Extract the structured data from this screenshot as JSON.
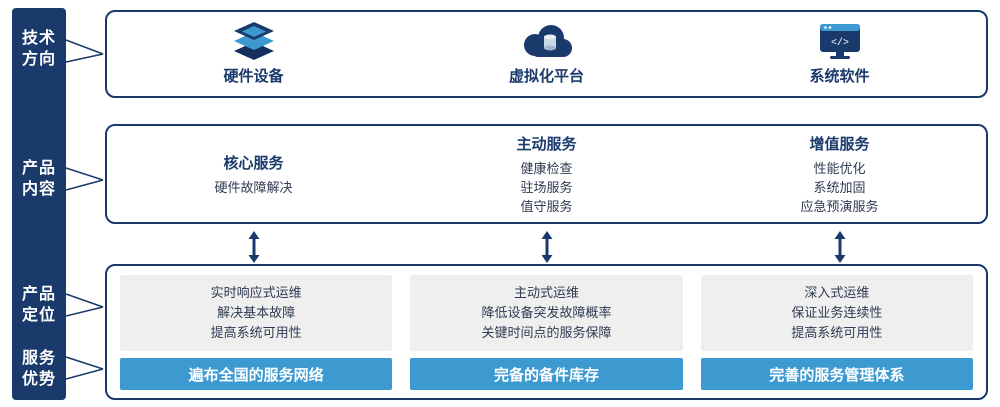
{
  "colors": {
    "navy": "#1a3a6b",
    "accent_blue": "#3d9ad1",
    "light_gray": "#efefef",
    "white": "#ffffff"
  },
  "sidebar": {
    "items": [
      {
        "lines": [
          "技术",
          "方向"
        ]
      },
      {
        "lines": [
          "产品",
          "内容"
        ]
      },
      {
        "lines": [
          "产品",
          "定位"
        ]
      },
      {
        "lines": [
          "服务",
          "优势"
        ]
      }
    ]
  },
  "tech_row": {
    "columns": [
      {
        "icon": "server-stack-icon",
        "label": "硬件设备"
      },
      {
        "icon": "cloud-virtualization-icon",
        "label": "虚拟化平台"
      },
      {
        "icon": "system-software-icon",
        "label": "系统软件"
      }
    ]
  },
  "service_row": {
    "columns": [
      {
        "title": "核心服务",
        "items": [
          "硬件故障解决"
        ]
      },
      {
        "title": "主动服务",
        "items": [
          "健康检查",
          "驻场服务",
          "值守服务"
        ]
      },
      {
        "title": "增值服务",
        "items": [
          "性能优化",
          "系统加固",
          "应急预演服务"
        ]
      }
    ]
  },
  "bottom_row": {
    "columns": [
      {
        "positioning": [
          "实时响应式运维",
          "解决基本故障",
          "提高系统可用性"
        ],
        "advantage": "遍布全国的服务网络"
      },
      {
        "positioning": [
          "主动式运维",
          "降低设备突发故障概率",
          "关键时间点的服务保障"
        ],
        "advantage": "完备的备件库存"
      },
      {
        "positioning": [
          "深入式运维",
          "保证业务连续性",
          "提高系统可用性"
        ],
        "advantage": "完善的服务管理体系"
      }
    ]
  }
}
